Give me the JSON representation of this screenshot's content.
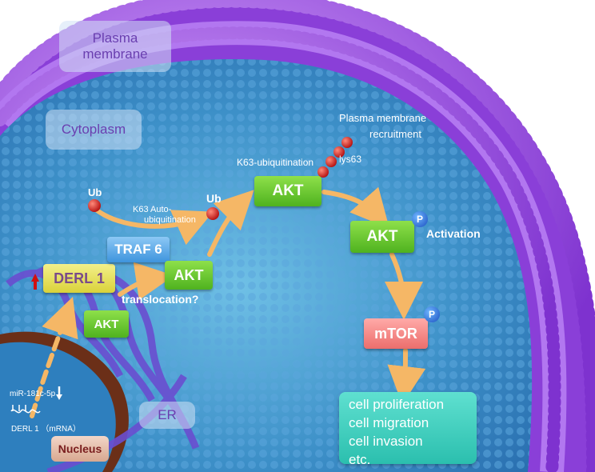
{
  "regions": {
    "plasma_membrane": "Plasma membrane",
    "cytoplasm": "Cytoplasm",
    "er": "ER",
    "nucleus": "Nucleus"
  },
  "proteins": {
    "derl1": "DERL 1",
    "traf6": "TRAF 6",
    "akt_er": "AKT",
    "akt_translocated": "AKT",
    "akt_ubiquitinated": "AKT",
    "akt_activated": "AKT",
    "mtor": "mTOR",
    "p_badge": "P"
  },
  "labels": {
    "ub_left": "Ub",
    "ub_right": "Ub",
    "k63_auto_line1": "K63 Auto-",
    "k63_auto_line2": "ubiquitination",
    "translocation": "translocation?",
    "k63_ubiquitination": "K63-ubiquitination",
    "lys63": "lys63",
    "pm_recruitment_line1": "Plasma membrane",
    "pm_recruitment_line2": "recruitment",
    "activation": "Activation",
    "mir": "miR-181c-5p",
    "mrna": "DERL 1 （mRNA）"
  },
  "outcomes": [
    "cell proliferation",
    "cell migration",
    "cell invasion",
    "etc."
  ],
  "colors": {
    "membrane": "#9a55e0",
    "cytoplasm": "#3c92c8",
    "akt_box": "#5cc22a",
    "derl1_box": "#e6e060",
    "traf6_box": "#5aa8ea",
    "mtor_box": "#f48c8a",
    "outcome_box": "#3ccfbe",
    "arrow": "#f5b766",
    "ubiquitin": "#d42020"
  }
}
